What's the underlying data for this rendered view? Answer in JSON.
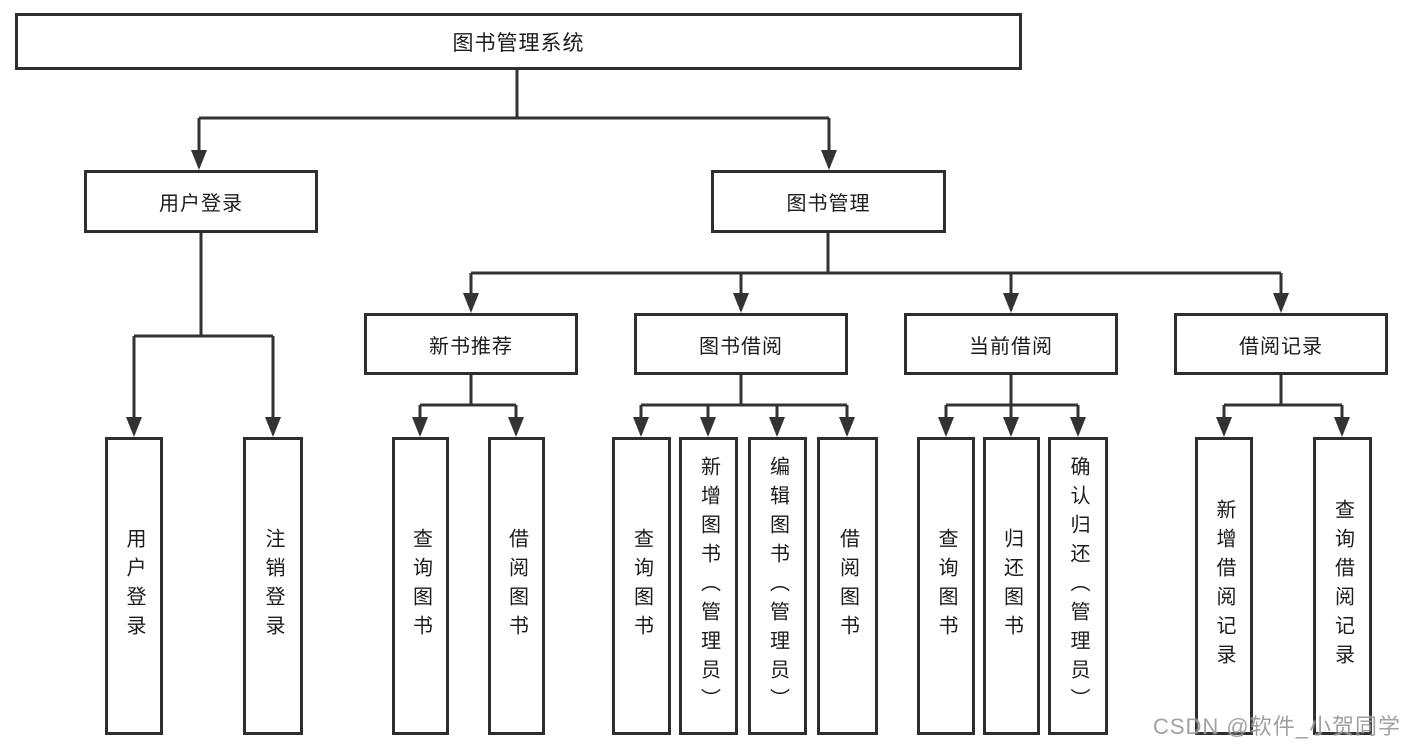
{
  "diagram": {
    "root": {
      "label": "图书管理系统"
    },
    "level2": [
      {
        "label": "用户登录"
      },
      {
        "label": "图书管理"
      }
    ],
    "level3": [
      {
        "label": "新书推荐"
      },
      {
        "label": "图书借阅"
      },
      {
        "label": "当前借阅"
      },
      {
        "label": "借阅记录"
      }
    ],
    "leaves": {
      "user_login": [
        {
          "label": "用户登录"
        },
        {
          "label": "注销登录"
        }
      ],
      "new_book": [
        {
          "label": "查询图书"
        },
        {
          "label": "借阅图书"
        }
      ],
      "book_borrow": [
        {
          "label": "查询图书"
        },
        {
          "label": "新增图书（管理员）"
        },
        {
          "label": "编辑图书（管理员）"
        },
        {
          "label": "借阅图书"
        }
      ],
      "current_borrow": [
        {
          "label": "查询图书"
        },
        {
          "label": "归还图书"
        },
        {
          "label": "确认归还（管理员）"
        }
      ],
      "borrow_records": [
        {
          "label": "新增借阅记录"
        },
        {
          "label": "查询借阅记录"
        }
      ]
    }
  },
  "watermark": "CSDN @软件_小贺同学",
  "colors": {
    "line": "#333333",
    "border": "#2e2e2e",
    "background": "#ffffff",
    "watermark": "#949494"
  }
}
